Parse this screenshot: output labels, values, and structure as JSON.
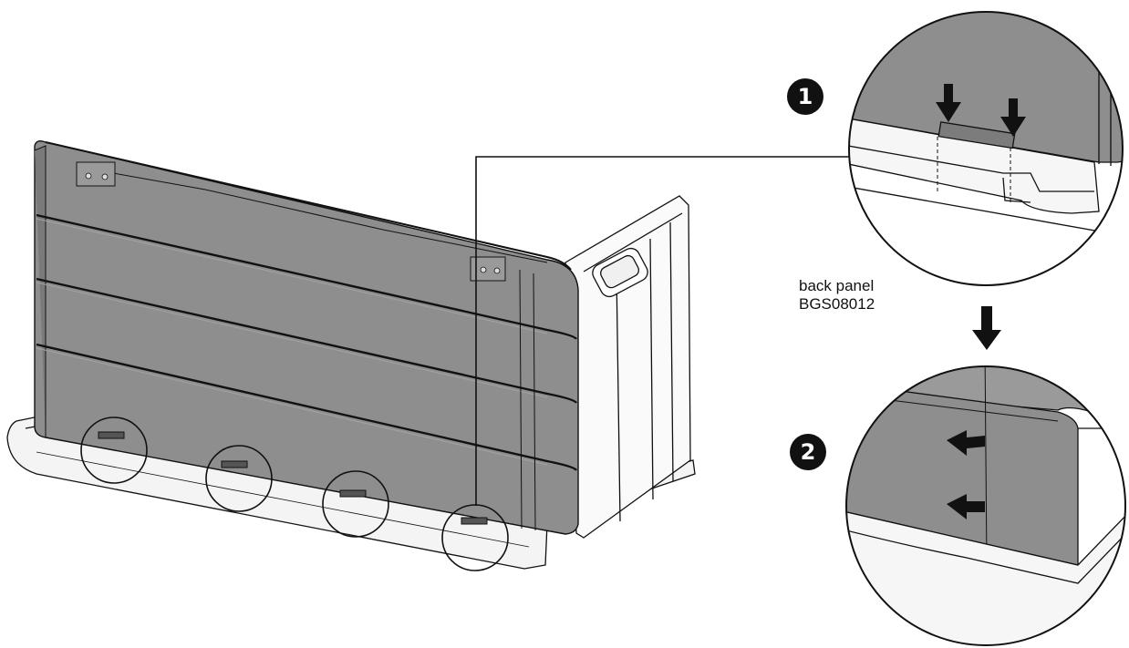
{
  "part": {
    "name": "back panel",
    "code": "BGS08012"
  },
  "steps": [
    {
      "number": "1"
    },
    {
      "number": "2"
    }
  ],
  "colors": {
    "panel_fill": "#8e8e8e",
    "panel_shade": "#7a7a7a",
    "panel_highlight": "#a3a3a3",
    "base_fill": "#f4f4f4",
    "line": "#111111",
    "badge": "#111111",
    "background": "#ffffff"
  }
}
